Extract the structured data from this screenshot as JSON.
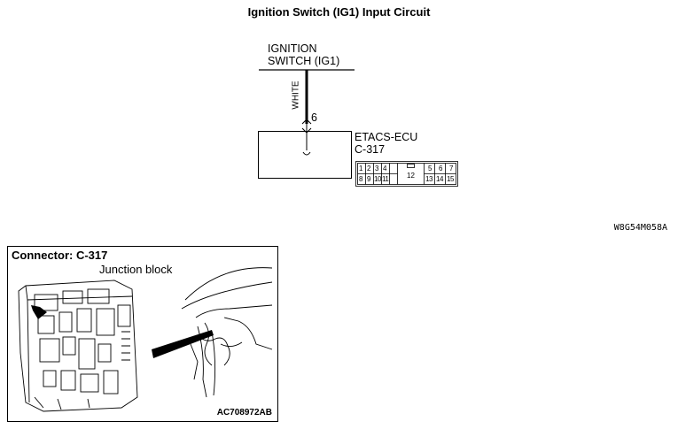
{
  "title": "Ignition Switch (IG1) Input Circuit",
  "ignition": {
    "line1": "IGNITION",
    "line2": "SWITCH (IG1)"
  },
  "wire": {
    "color": "WHITE",
    "pin": "6"
  },
  "ecu": {
    "name": "ETACS-ECU",
    "connector": "C-317"
  },
  "connector_pins": {
    "row1": [
      "1",
      "2",
      "3",
      "4",
      "5",
      "6",
      "7"
    ],
    "row2": [
      "8",
      "9",
      "10",
      "11",
      "13",
      "14",
      "15"
    ],
    "center": "12"
  },
  "figure_code": "W8G54M058A",
  "location_panel": {
    "title": "Connector: C-317",
    "subtitle": "Junction block",
    "ref_code": "AC708972AB"
  }
}
